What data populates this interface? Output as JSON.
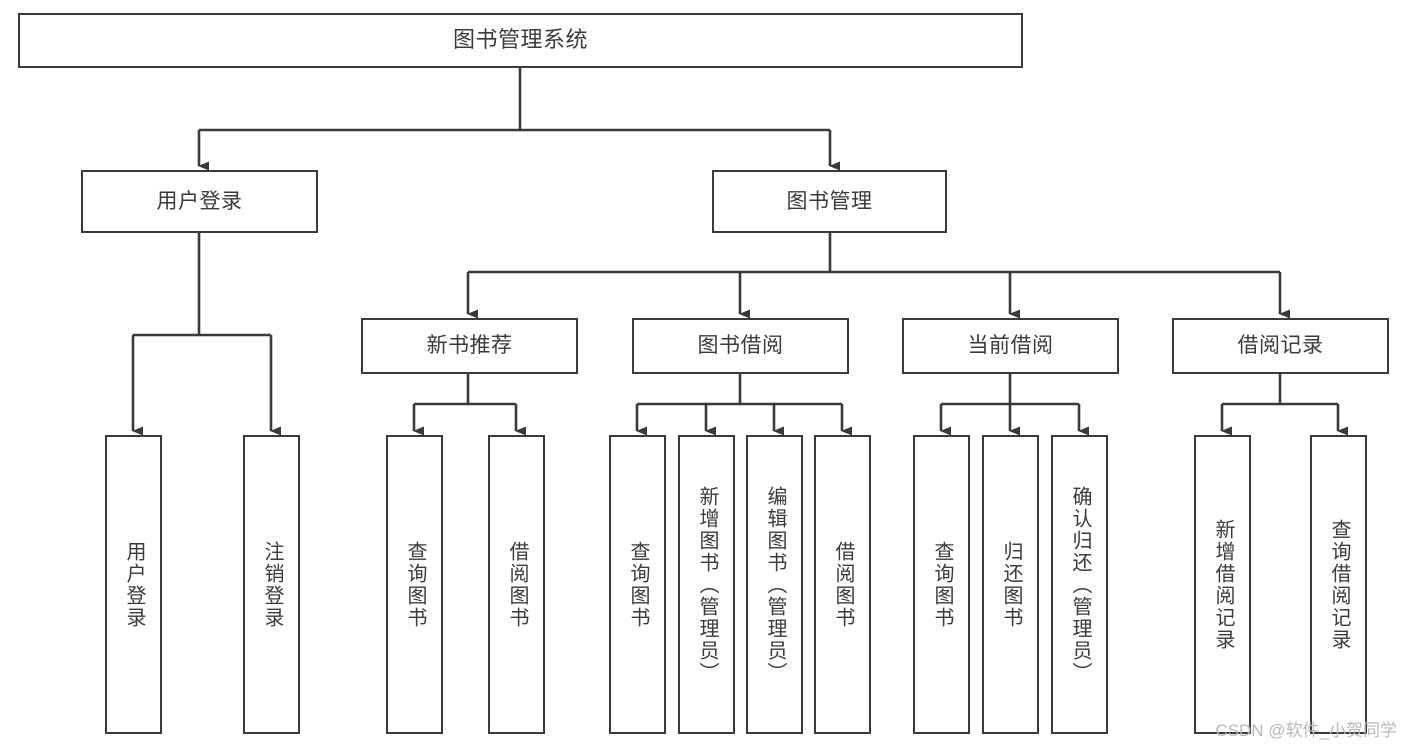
{
  "diagram": {
    "title": "图书管理系统",
    "watermark": "CSDN @软件_小贺同学",
    "colors": {
      "box_border": "#3a3a3a",
      "box_fill": "#ffffff",
      "edge": "#3a3a3a",
      "text": "#3b3b3b",
      "background": "#ffffff",
      "watermark": "#b9b9b9"
    },
    "nodes": {
      "root": {
        "label": "图书管理系统"
      },
      "level2": [
        {
          "label": "用户登录"
        },
        {
          "label": "图书管理"
        }
      ],
      "level3": [
        {
          "label": "新书推荐"
        },
        {
          "label": "图书借阅"
        },
        {
          "label": "当前借阅"
        },
        {
          "label": "借阅记录"
        }
      ],
      "leaves": {
        "user_login": [
          {
            "label": "用户登录"
          },
          {
            "label": "注销登录"
          }
        ],
        "new_book_recommend": [
          {
            "label": "查询图书"
          },
          {
            "label": "借阅图书"
          }
        ],
        "book_borrow": [
          {
            "label": "查询图书"
          },
          {
            "label": "新增图书（管理员）"
          },
          {
            "label": "编辑图书（管理员）"
          },
          {
            "label": "借阅图书"
          }
        ],
        "current_borrow": [
          {
            "label": "查询图书"
          },
          {
            "label": "归还图书"
          },
          {
            "label": "确认归还（管理员）"
          }
        ],
        "borrow_record": [
          {
            "label": "新增借阅记录"
          },
          {
            "label": "查询借阅记录"
          }
        ]
      }
    }
  }
}
